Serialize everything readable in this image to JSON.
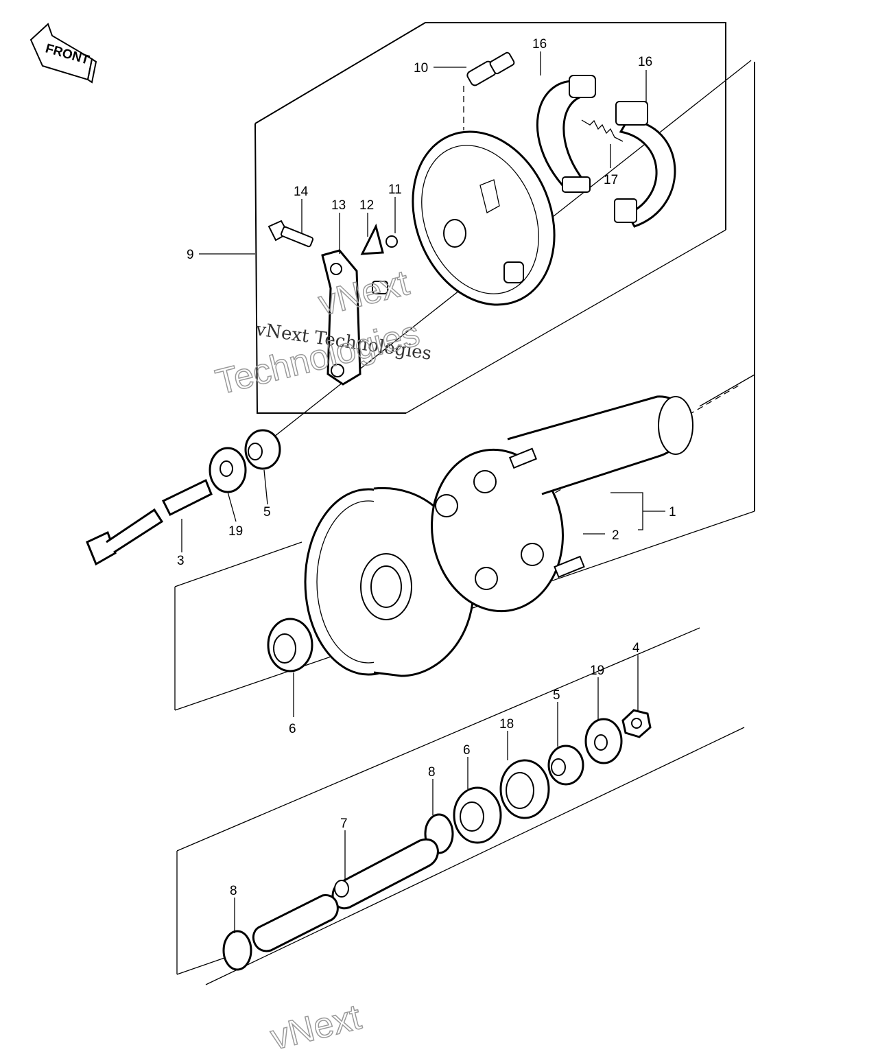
{
  "front_marker": "FRONT",
  "callouts": {
    "c1": "1",
    "c2": "2",
    "c3": "3",
    "c4": "4",
    "c5a": "5",
    "c5b": "5",
    "c6a": "6",
    "c6b": "6",
    "c7": "7",
    "c8a": "8",
    "c8b": "8",
    "c9": "9",
    "c10": "10",
    "c11": "11",
    "c12": "12",
    "c13": "13",
    "c14": "14",
    "c16a": "16",
    "c16b": "16",
    "c17": "17",
    "c18": "18",
    "c19a": "19",
    "c19b": "19"
  },
  "watermarks": {
    "serif": "vNext Technologies",
    "outline_1": "vNext",
    "outline_2": "Technologies",
    "outline_3": "vNext"
  }
}
